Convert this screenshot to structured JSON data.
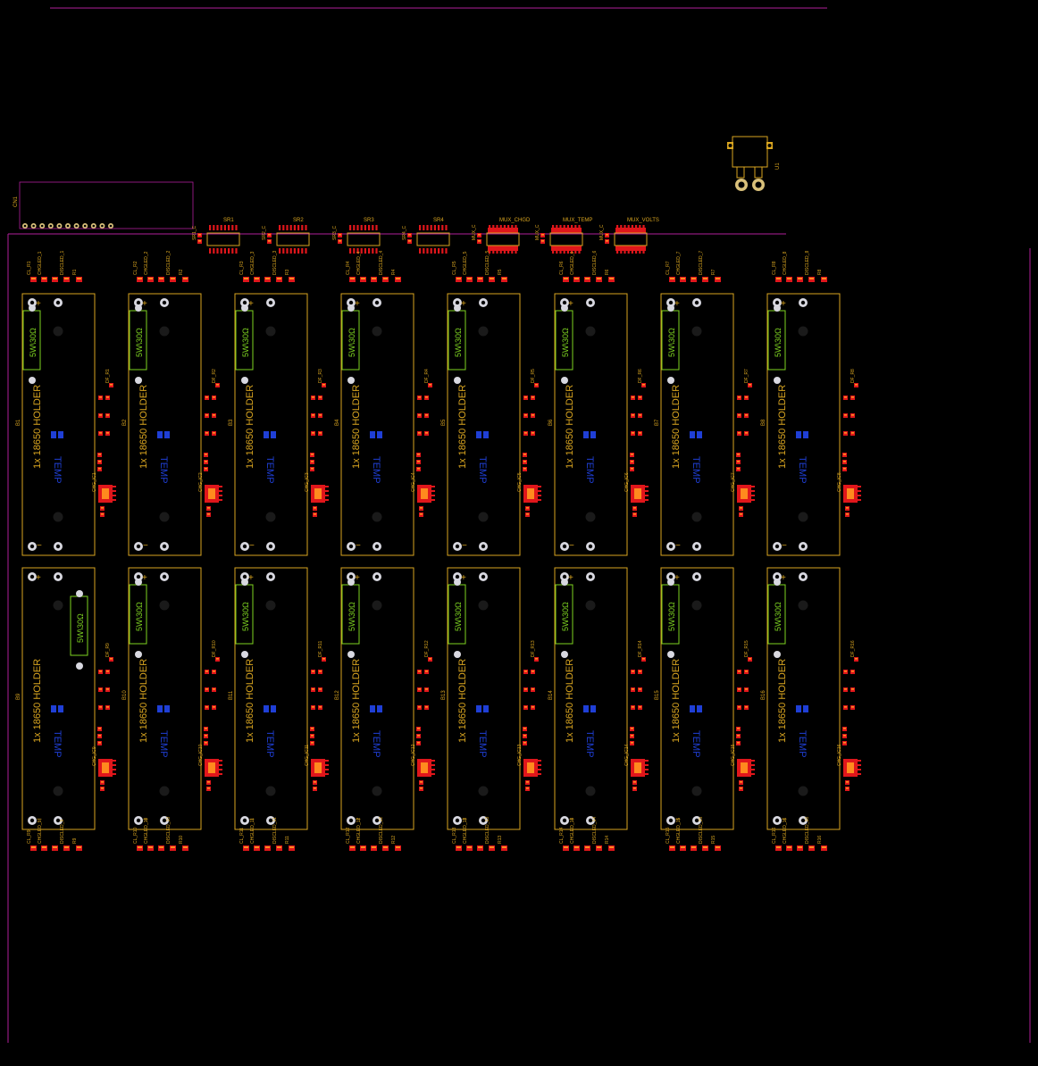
{
  "colors": {
    "background": "#000000",
    "board_outline": "#b0209a",
    "silkscreen": "#d9a520",
    "copper_pad": "#e0161b",
    "smd_pad": "#ff8a1e",
    "resistor_text": "#7ed321",
    "blue_layer": "#1f3fd6"
  },
  "connector": {
    "ref": "CN1"
  },
  "regulator": {
    "ref": "U1"
  },
  "chips": [
    {
      "ref": "SR1",
      "cap": "SR1_C"
    },
    {
      "ref": "SR2",
      "cap": "SR2_C"
    },
    {
      "ref": "SR3",
      "cap": "SR3_C"
    },
    {
      "ref": "SR4",
      "cap": "SR4_C"
    }
  ],
  "muxes": [
    {
      "ref": "MUX_CHGD",
      "cap": "MUX_C"
    },
    {
      "ref": "MUX_TEMP",
      "cap": "MUX_C"
    },
    {
      "ref": "MUX_VOLTS",
      "cap": "MUX_C"
    }
  ],
  "holder_text": "1x 18650 HOLDER",
  "resistor_text": "5W\\30Ω",
  "blue_text": "TEMP",
  "plus_sign": "+",
  "minus_sign": "−",
  "top_cells": [
    {
      "ref": "B1",
      "cl": "CL_R1",
      "chg": "CHGLED_1",
      "dis": "DISCLED_1",
      "r": "R1",
      "df": "DF_R1",
      "ic": "CHG_IC1"
    },
    {
      "ref": "B2",
      "cl": "CL_R2",
      "chg": "CHGLED_2",
      "dis": "DISCLED_2",
      "r": "R2",
      "df": "DF_R2",
      "ic": "CHG_IC2"
    },
    {
      "ref": "B3",
      "cl": "CL_R3",
      "chg": "CHGLED_3",
      "dis": "DISCLED_3",
      "r": "R3",
      "df": "DF_R3",
      "ic": "CHG_IC3"
    },
    {
      "ref": "B4",
      "cl": "CL_R4",
      "chg": "CHGLED_4",
      "dis": "DISCLED_4",
      "r": "R4",
      "df": "DF_R4",
      "ic": "CHG_IC4"
    },
    {
      "ref": "B5",
      "cl": "CL_R5",
      "chg": "CHGLED_5",
      "dis": "DISCLED_5",
      "r": "R5",
      "df": "DF_R5",
      "ic": "CHG_IC5"
    },
    {
      "ref": "B6",
      "cl": "CL_R6",
      "chg": "CHGLED_6",
      "dis": "DISCLED_6",
      "r": "R6",
      "df": "DF_R6",
      "ic": "CHG_IC6"
    },
    {
      "ref": "B7",
      "cl": "CL_R7",
      "chg": "CHGLED_7",
      "dis": "DISCLED_7",
      "r": "R7",
      "df": "DF_R7",
      "ic": "CHG_IC7"
    },
    {
      "ref": "B8",
      "cl": "CL_R8",
      "chg": "CHGLED_8",
      "dis": "DISCLED_8",
      "r": "R8",
      "df": "DF_R8",
      "ic": "CHG_IC8"
    }
  ],
  "bottom_cells": [
    {
      "ref": "B9",
      "cl": "CL_R9",
      "chg": "CHGLED_9",
      "dis": "DISCLED_9",
      "r": "R9",
      "df": "DF_R9",
      "ic": "CHG_IC9"
    },
    {
      "ref": "B10",
      "cl": "CL_R10",
      "chg": "CHGLED_10",
      "dis": "DISCLED_10",
      "r": "R10",
      "df": "DF_R10",
      "ic": "CHG_IC10"
    },
    {
      "ref": "B11",
      "cl": "CL_R11",
      "chg": "CHGLED_11",
      "dis": "DISCLED_11",
      "r": "R11",
      "df": "DF_R11",
      "ic": "CHG_IC11"
    },
    {
      "ref": "B12",
      "cl": "CL_R12",
      "chg": "CHGLED_12",
      "dis": "DISCLED_12",
      "r": "R12",
      "df": "DF_R12",
      "ic": "CHG_IC12"
    },
    {
      "ref": "B13",
      "cl": "CL_R13",
      "chg": "CHGLED_13",
      "dis": "DISCLED_13",
      "r": "R13",
      "df": "DF_R13",
      "ic": "CHG_IC13"
    },
    {
      "ref": "B14",
      "cl": "CL_R14",
      "chg": "CHGLED_14",
      "dis": "DISCLED_14",
      "r": "R14",
      "df": "DF_R14",
      "ic": "CHG_IC14"
    },
    {
      "ref": "B15",
      "cl": "CL_R15",
      "chg": "CHGLED_15",
      "dis": "DISCLED_15",
      "r": "R15",
      "df": "DF_R15",
      "ic": "CHG_IC15"
    },
    {
      "ref": "B16",
      "cl": "CL_R16",
      "chg": "CHGLED_16",
      "dis": "DISCLED_16",
      "r": "R16",
      "df": "DF_R16",
      "ic": "CHG_IC16"
    }
  ]
}
